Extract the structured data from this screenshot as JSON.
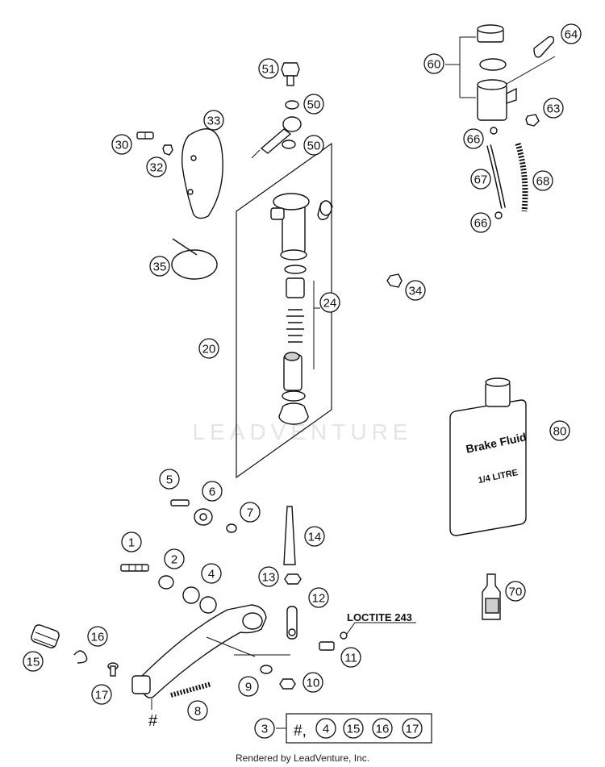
{
  "watermark": "LEADVENTURE",
  "footer": "Rendered by LeadVenture, Inc.",
  "loctite_label": "LOCTITE 243",
  "brake_fluid": {
    "line1": "Brake Fluid",
    "line2": "1/4 LITRE"
  },
  "hash_mark": "#",
  "kit": {
    "number": "3",
    "contents_prefix": "#,",
    "parts": [
      "4",
      "15",
      "16",
      "17"
    ]
  },
  "callouts": {
    "c1": "1",
    "c5": "5",
    "c6": "6",
    "c7": "7",
    "c2": "2",
    "c4": "4",
    "c8": "8",
    "c9": "9",
    "c10": "10",
    "c11": "11",
    "c12": "12",
    "c13": "13",
    "c14": "14",
    "c15": "15",
    "c16": "16",
    "c17": "17",
    "c20": "20",
    "c24": "24",
    "c30": "30",
    "c32": "32",
    "c33": "33",
    "c34": "34",
    "c35": "35",
    "c50a": "50",
    "c50b": "50",
    "c51": "51",
    "c60": "60",
    "c63": "63",
    "c64": "64",
    "c66a": "66",
    "c66b": "66",
    "c67": "67",
    "c68": "68",
    "c70": "70",
    "c80": "80"
  }
}
